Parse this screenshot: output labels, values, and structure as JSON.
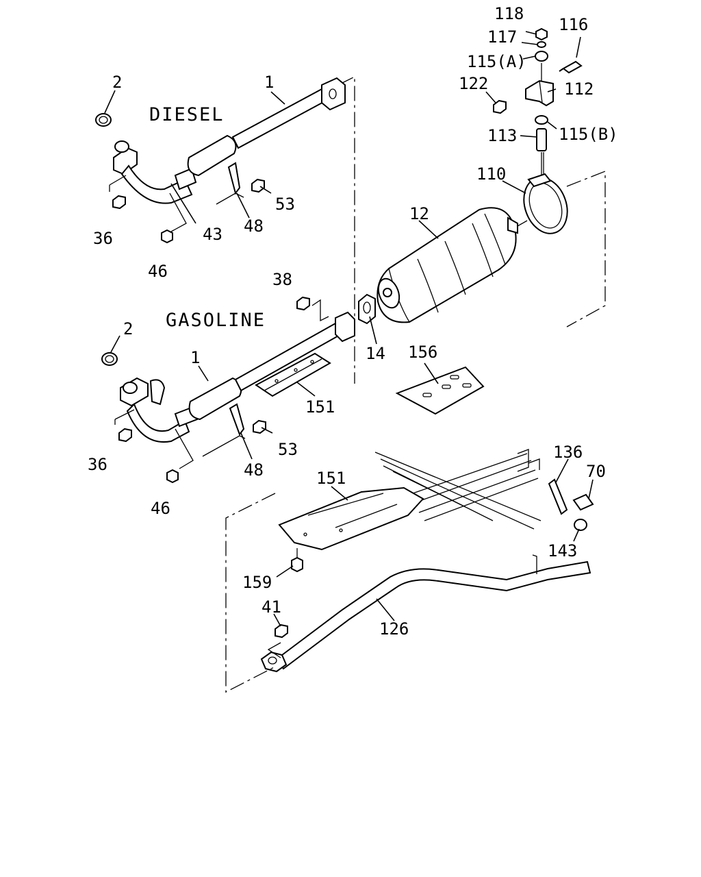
{
  "sections": {
    "diesel": "DIESEL",
    "gasoline": "GASOLINE"
  },
  "callouts": {
    "p118": "118",
    "p117": "117",
    "p116": "116",
    "p115a": "115(A)",
    "p122": "122",
    "p112": "112",
    "p113": "113",
    "p115b": "115(B)",
    "p110": "110",
    "p12": "12",
    "p2_diesel": "2",
    "p1_diesel": "1",
    "p36_diesel": "36",
    "p43": "43",
    "p48_diesel": "48",
    "p53_diesel": "53",
    "p46_diesel": "46",
    "p38": "38",
    "p14": "14",
    "p156": "156",
    "p2_gas": "2",
    "p1_gas": "1",
    "p151_upper": "151",
    "p36_gas": "36",
    "p48_gas": "48",
    "p53_gas": "53",
    "p46_gas": "46",
    "p136": "136",
    "p70": "70",
    "p151_lower": "151",
    "p143": "143",
    "p159": "159",
    "p41": "41",
    "p126": "126"
  }
}
